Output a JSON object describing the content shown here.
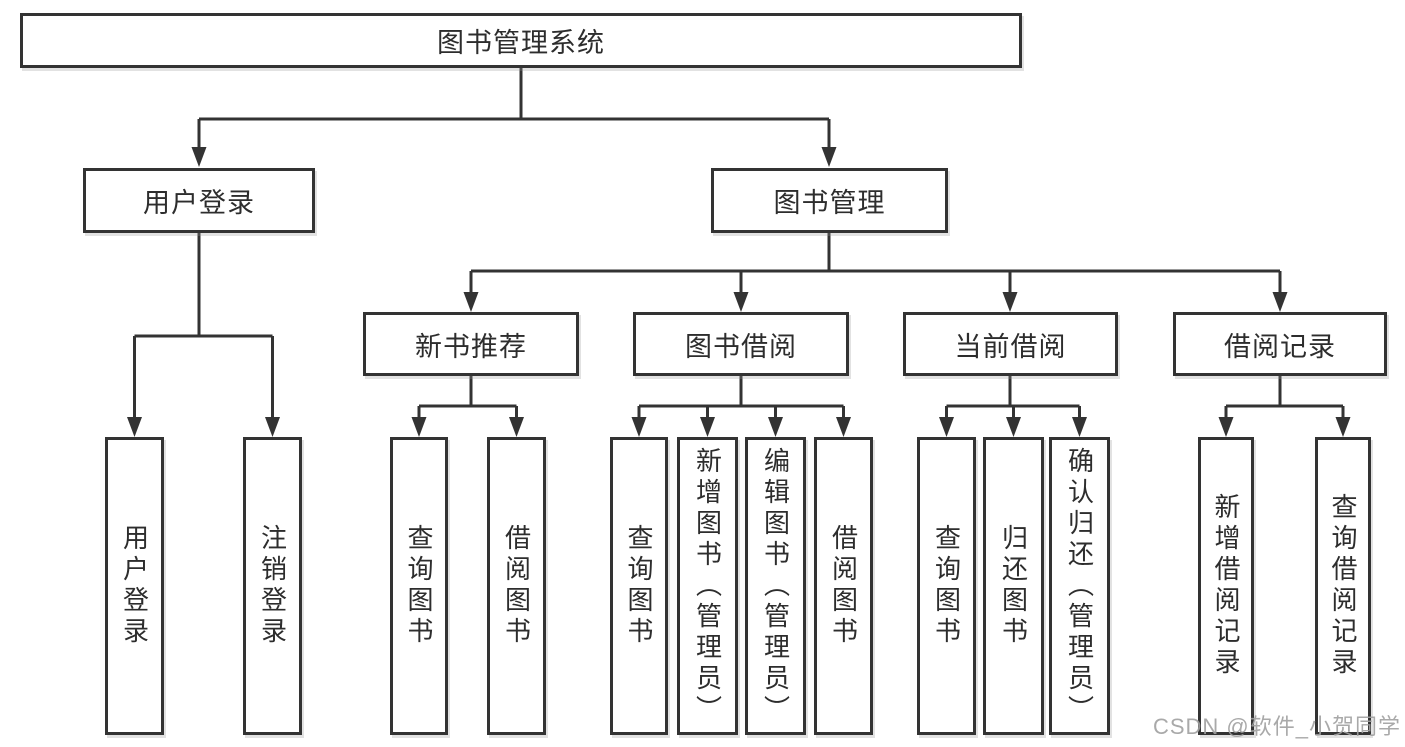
{
  "tree": {
    "label": "图书管理系统",
    "children": [
      {
        "label": "用户登录",
        "children": [
          {
            "label": "用户登录"
          },
          {
            "label": "注销登录"
          }
        ]
      },
      {
        "label": "图书管理",
        "children": [
          {
            "label": "新书推荐",
            "children": [
              {
                "label": "查询图书"
              },
              {
                "label": "借阅图书"
              }
            ]
          },
          {
            "label": "图书借阅",
            "children": [
              {
                "label": "查询图书"
              },
              {
                "label": "新增图书（管理员）"
              },
              {
                "label": "编辑图书（管理员）"
              },
              {
                "label": "借阅图书"
              }
            ]
          },
          {
            "label": "当前借阅",
            "children": [
              {
                "label": "查询图书"
              },
              {
                "label": "归还图书"
              },
              {
                "label": "确认归还（管理员）"
              }
            ]
          },
          {
            "label": "借阅记录",
            "children": [
              {
                "label": "新增借阅记录"
              },
              {
                "label": "查询借阅记录"
              }
            ]
          }
        ]
      }
    ]
  },
  "watermark": "CSDN @软件_小贺同学",
  "colors": {
    "line": "#333333",
    "box_border": "#333333",
    "box_background": "#ffffff",
    "text": "#2d2d2d",
    "watermark": "#a0a0a0"
  }
}
